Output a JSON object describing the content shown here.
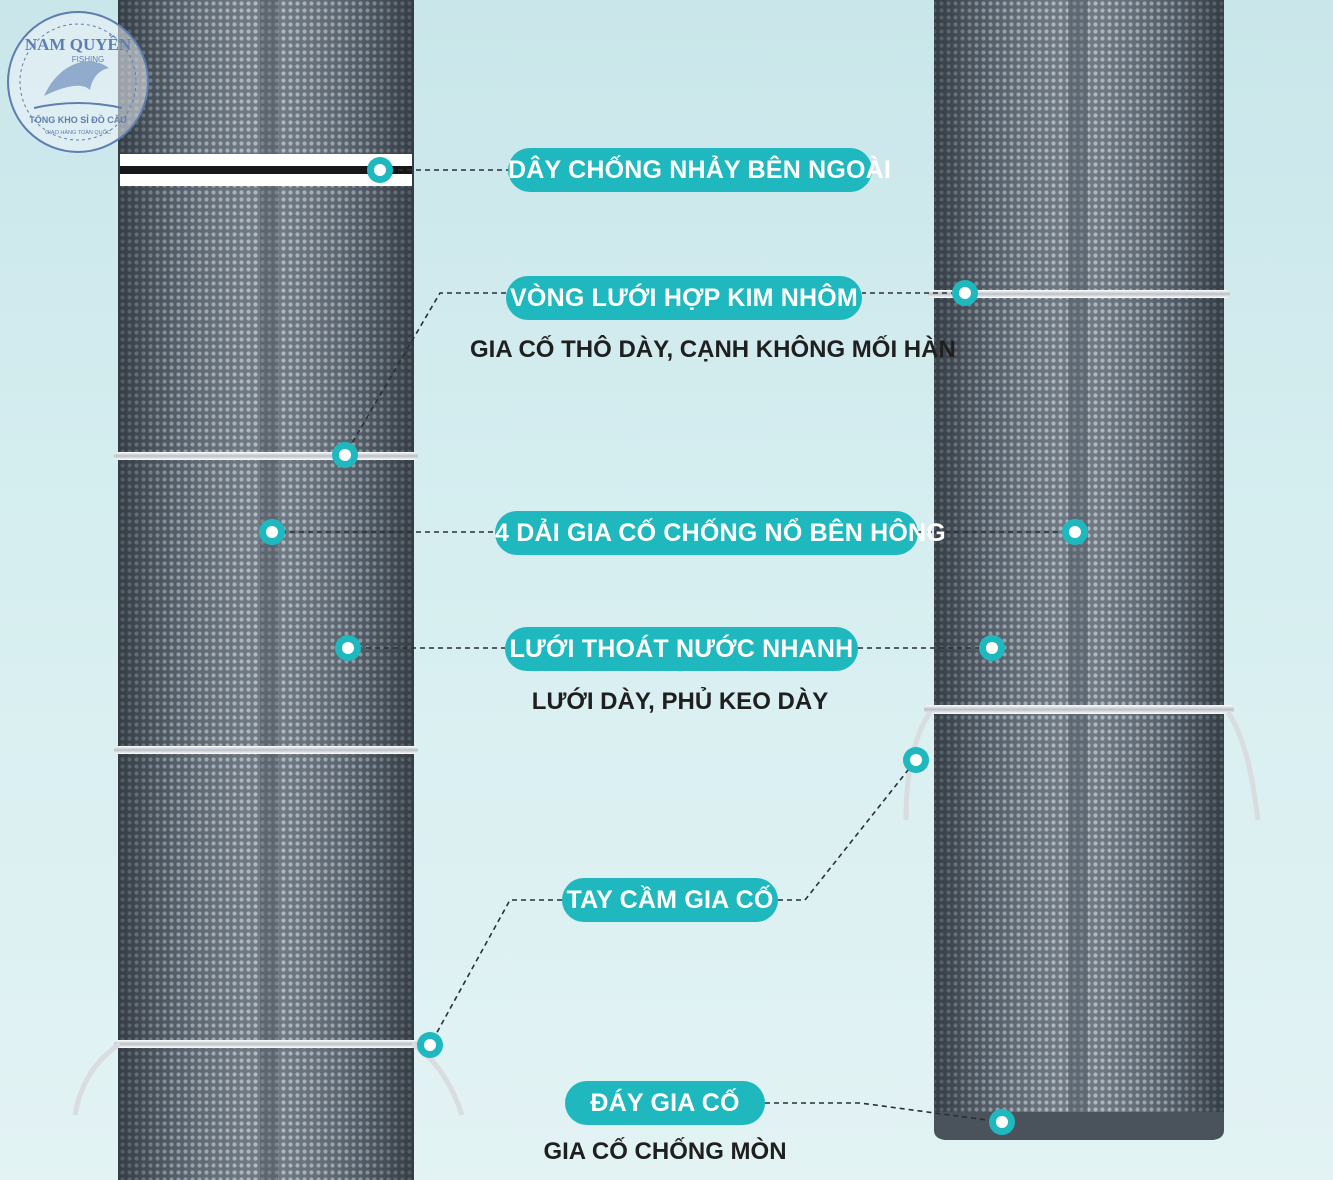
{
  "logo": {
    "brand": "NAM QUYỀN",
    "tagline": "FISHING",
    "store": "TỔNG KHO SỈ ĐỒ CÂU",
    "shipping": "GIAO HÀNG TOÀN QUỐC"
  },
  "callouts": [
    {
      "id": "outer-anti-jump-strap",
      "label": "DÂY CHỐNG NHẢY BÊN NGOÀI"
    },
    {
      "id": "aluminum-alloy-ring",
      "label": "VÒNG LƯỚI HỢP KIM NHÔM",
      "note": "GIA CỐ THÔ DÀY, CẠNH KHÔNG MỐI HÀN"
    },
    {
      "id": "side-reinforcement-strips",
      "label": "4 DẢI GIA CỐ CHỐNG NỔ BÊN HÔNG"
    },
    {
      "id": "quick-drain-mesh",
      "label": "LƯỚI THOÁT NƯỚC NHANH",
      "note": "LƯỚI DÀY, PHỦ KEO DÀY"
    },
    {
      "id": "reinforced-handle",
      "label": "TAY CẦM GIA CỐ"
    },
    {
      "id": "reinforced-base",
      "label": "ĐÁY GIA CỐ",
      "note": "GIA CỐ CHỐNG MÒN"
    }
  ],
  "colors": {
    "accent": "#1fb8bf",
    "background": "#d3ecef",
    "mesh": "#6d7883",
    "ring": "#d9dde0"
  }
}
